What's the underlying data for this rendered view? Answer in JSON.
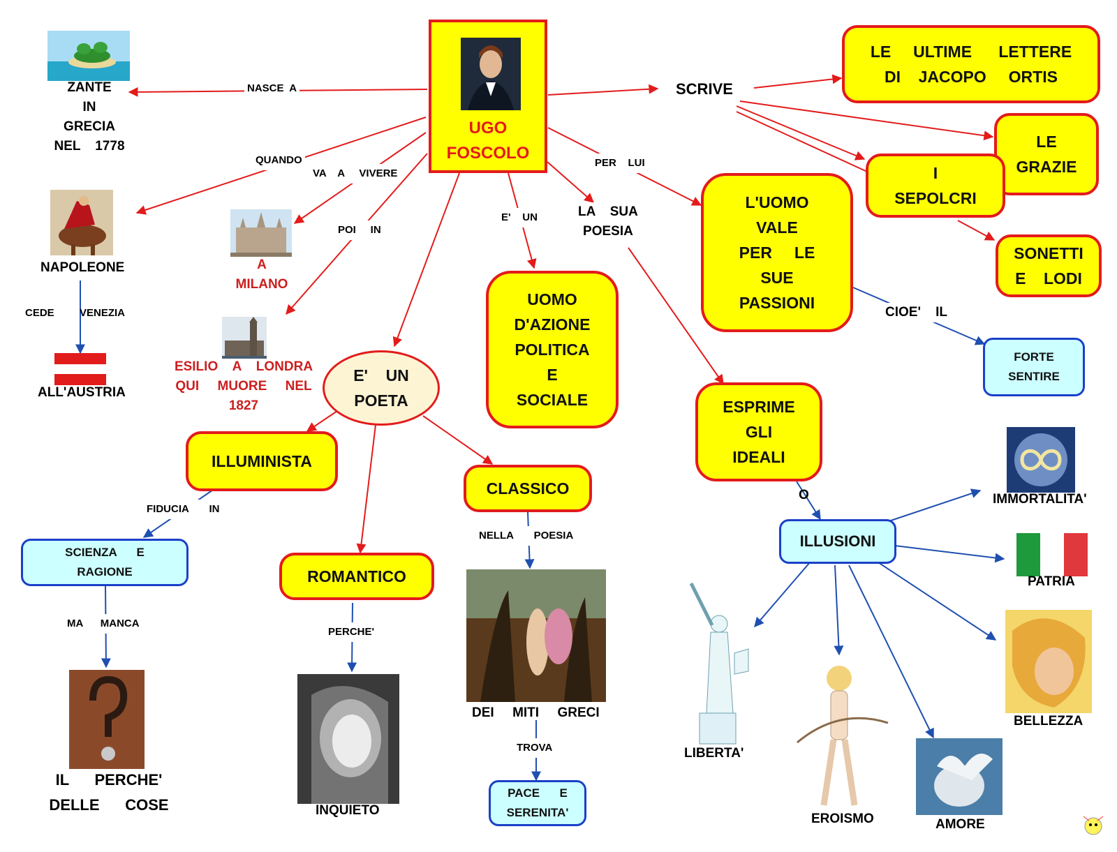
{
  "center": {
    "line1": "UGO",
    "line2": "FOSCOLO"
  },
  "labels": {
    "zante": "ZANTE\nIN\nGRECIA\nNEL    1778",
    "nasce_a": "NASCE  A",
    "quando": "QUANDO",
    "va_a_vivere": "VA    A     VIVERE",
    "napoleone": "NAPOLEONE",
    "cede": "CEDE",
    "venezia": "VENEZIA",
    "all_austria": "ALL'AUSTRIA",
    "a_milano": "A\nMILANO",
    "poi_in": "POI     IN",
    "esilio": "ESILIO    A    LONDRA\nQUI     MUORE     NEL\n1827",
    "e_un_1": "E'    UN",
    "la_sua_poesia": "LA    SUA\nPOESIA",
    "per_lui": "PER    LUI",
    "scrive": "SCRIVE",
    "cioe_il": "CIOE'    IL",
    "o": "O",
    "immortalita": "IMMORTALITA'",
    "patria": "PATRIA",
    "bellezza": "BELLEZZA",
    "liberta": "LIBERTA'",
    "eroismo": "EROISMO",
    "amore": "AMORE",
    "fiducia_in": "FIDUCIA       IN",
    "ma_manca": "MA      MANCA",
    "il_perche": "IL      PERCHE'\nDELLE      COSE",
    "perche": "PERCHE'",
    "inquieto": "INQUIETO",
    "nella_poesia": "NELLA       POESIA",
    "dei_miti": "DEI     MITI     GRECI",
    "trova": "TROVA"
  },
  "nodes": {
    "ultime_lettere": "LE     ULTIME      LETTERE\nDI    JACOPO     ORTIS",
    "le_grazie": "LE\nGRAZIE",
    "sepolcri": "I\nSEPOLCRI",
    "sonetti": "SONETTI\nE    LODI",
    "uomo_vale": "L'UOMO\nVALE\nPER     LE\nSUE\nPASSIONI",
    "forte_sentire": "FORTE\nSENTIRE",
    "uomo_azione": "UOMO\nD'AZIONE\nPOLITICA\nE\nSOCIALE",
    "esprime": "ESPRIME\nGLI\nIDEALI",
    "illusioni": "ILLUSIONI",
    "poeta": "E'    UN\nPOETA",
    "illuminista": "ILLUMINISTA",
    "romantico": "ROMANTICO",
    "classico": "CLASSICO",
    "scienza": "SCIENZA      E\nRAGIONE",
    "pace": "PACE      E\nSERENITA'"
  },
  "colors": {
    "node_fill": "#ffff00",
    "node_border": "#e31b1b",
    "blue_fill": "#ccffff",
    "blue_border": "#1a40c8",
    "red_link": "#e31b1b",
    "blue_link": "#1f4fb0"
  }
}
